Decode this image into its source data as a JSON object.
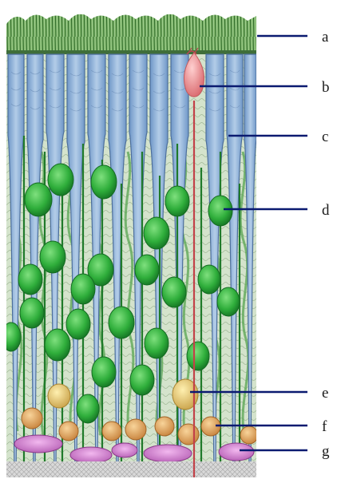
{
  "labels": [
    {
      "id": "a",
      "text": "a"
    },
    {
      "id": "b",
      "text": "b"
    },
    {
      "id": "c",
      "text": "c"
    },
    {
      "id": "d",
      "text": "d"
    },
    {
      "id": "e",
      "text": "e"
    },
    {
      "id": "f",
      "text": "f"
    },
    {
      "id": "g",
      "text": "g"
    }
  ],
  "colors": {
    "hair_layer": "#5f9a4a",
    "blue_cell": "#8fb5dc",
    "blue_cell_edge": "#4d6f9c",
    "green_cell": "#3cb043",
    "green_dark": "#1f7a2a",
    "pink_cell": "#f0a0a2",
    "pink_edge": "#c05a5e",
    "yellow_cell": "#e8d07a",
    "orange_cell": "#e7b571",
    "magenta_cell": "#d98ad6",
    "leader_line": "#0a1a70",
    "background_tissue": "#cfe0c8"
  }
}
